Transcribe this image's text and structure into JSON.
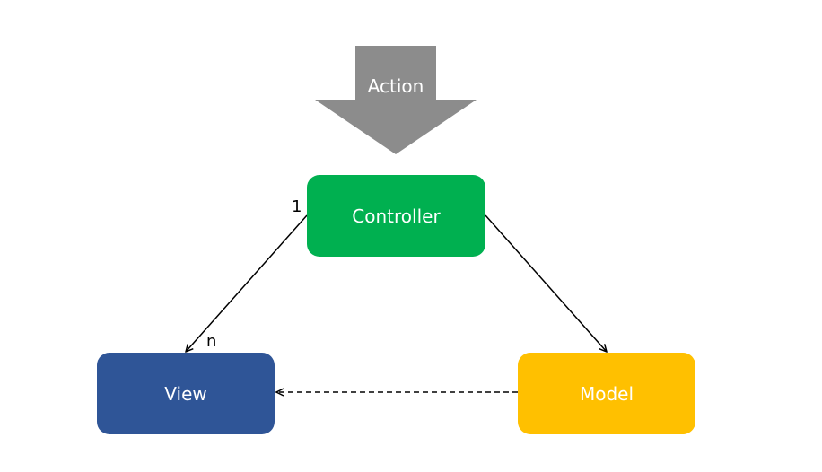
{
  "action": {
    "label": "Action",
    "color": "#8c8c8c"
  },
  "nodes": {
    "controller": {
      "label": "Controller",
      "color": "#00b050"
    },
    "view": {
      "label": "View",
      "color": "#2f5597"
    },
    "model": {
      "label": "Model",
      "color": "#ffc000"
    }
  },
  "edges": {
    "controller_view": {
      "source_multiplicity": "1",
      "target_multiplicity": "n",
      "style": "solid"
    },
    "controller_model": {
      "style": "solid"
    },
    "model_view": {
      "style": "dashed"
    }
  }
}
